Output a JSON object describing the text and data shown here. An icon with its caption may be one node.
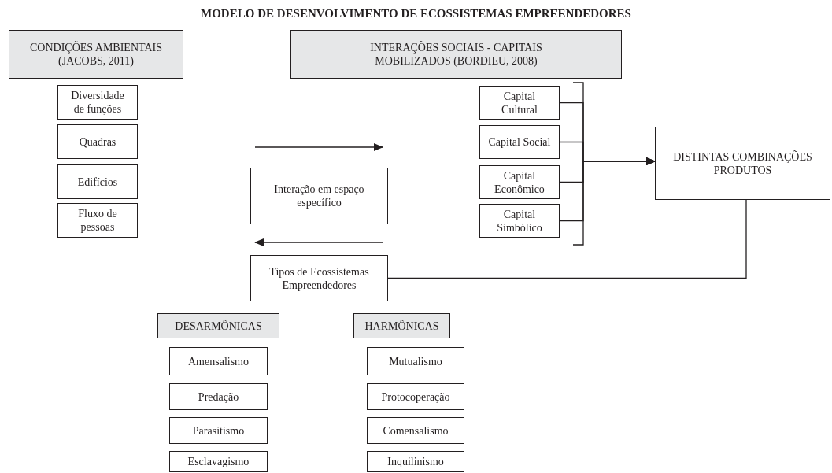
{
  "diagram": {
    "title": "MODELO DE DESENVOLVIMENTO DE ECOSSISTEMAS EMPREENDEDORES",
    "nodes": [
      {
        "text": [
          "CONDIÇÕES AMBIENTAIS (JACOBS, 2011)"
        ]
      },
      {
        "text": [
          "INTERAÇÕES SOCIAIS - CAPITAIS MOBILIZADOS (BORDIEU, 2008)"
        ]
      },
      {
        "text": [
          "Diversidade de funções"
        ]
      },
      {
        "text": [
          "Quadras"
        ]
      },
      {
        "text": [
          "Edifícios"
        ]
      },
      {
        "text": [
          "Fluxo de pessoas"
        ]
      },
      {
        "text": [
          "Capital Cultural"
        ]
      },
      {
        "text": [
          "Capital Social"
        ]
      },
      {
        "text": [
          "Capital Econômico"
        ]
      },
      {
        "text": [
          "Capital Simbólico"
        ]
      },
      {
        "text": [
          "DISTINTAS COMBINAÇÕES PRODUTOS"
        ]
      },
      {
        "text": [
          "Interação em espaço específico"
        ]
      },
      {
        "text": [
          "Tipos de Ecossistemas Empreendedores"
        ]
      },
      {
        "text": [
          "DESARMÔNICAS"
        ]
      },
      {
        "text": [
          "HARMÔNICAS"
        ]
      },
      {
        "text": [
          "Amensalismo"
        ]
      },
      {
        "text": [
          "Predação"
        ]
      },
      {
        "text": [
          "Parasitismo"
        ]
      },
      {
        "text": [
          "Esclavagismo"
        ]
      },
      {
        "text": [
          "Mutualismo"
        ]
      },
      {
        "text": [
          "Protocoperação"
        ]
      },
      {
        "text": [
          "Comensalismo"
        ]
      },
      {
        "text": [
          "Inquilinismo"
        ]
      }
    ],
    "edges": [
      {
        "from": 6,
        "to": 10,
        "arrow": "to"
      },
      {
        "from": 7,
        "to": 10,
        "arrow": "to"
      },
      {
        "from": 8,
        "to": 10,
        "arrow": "to"
      },
      {
        "from": 9,
        "to": 10,
        "arrow": "to"
      },
      {
        "from": 12,
        "to": 10,
        "arrow": "none"
      }
    ]
  }
}
